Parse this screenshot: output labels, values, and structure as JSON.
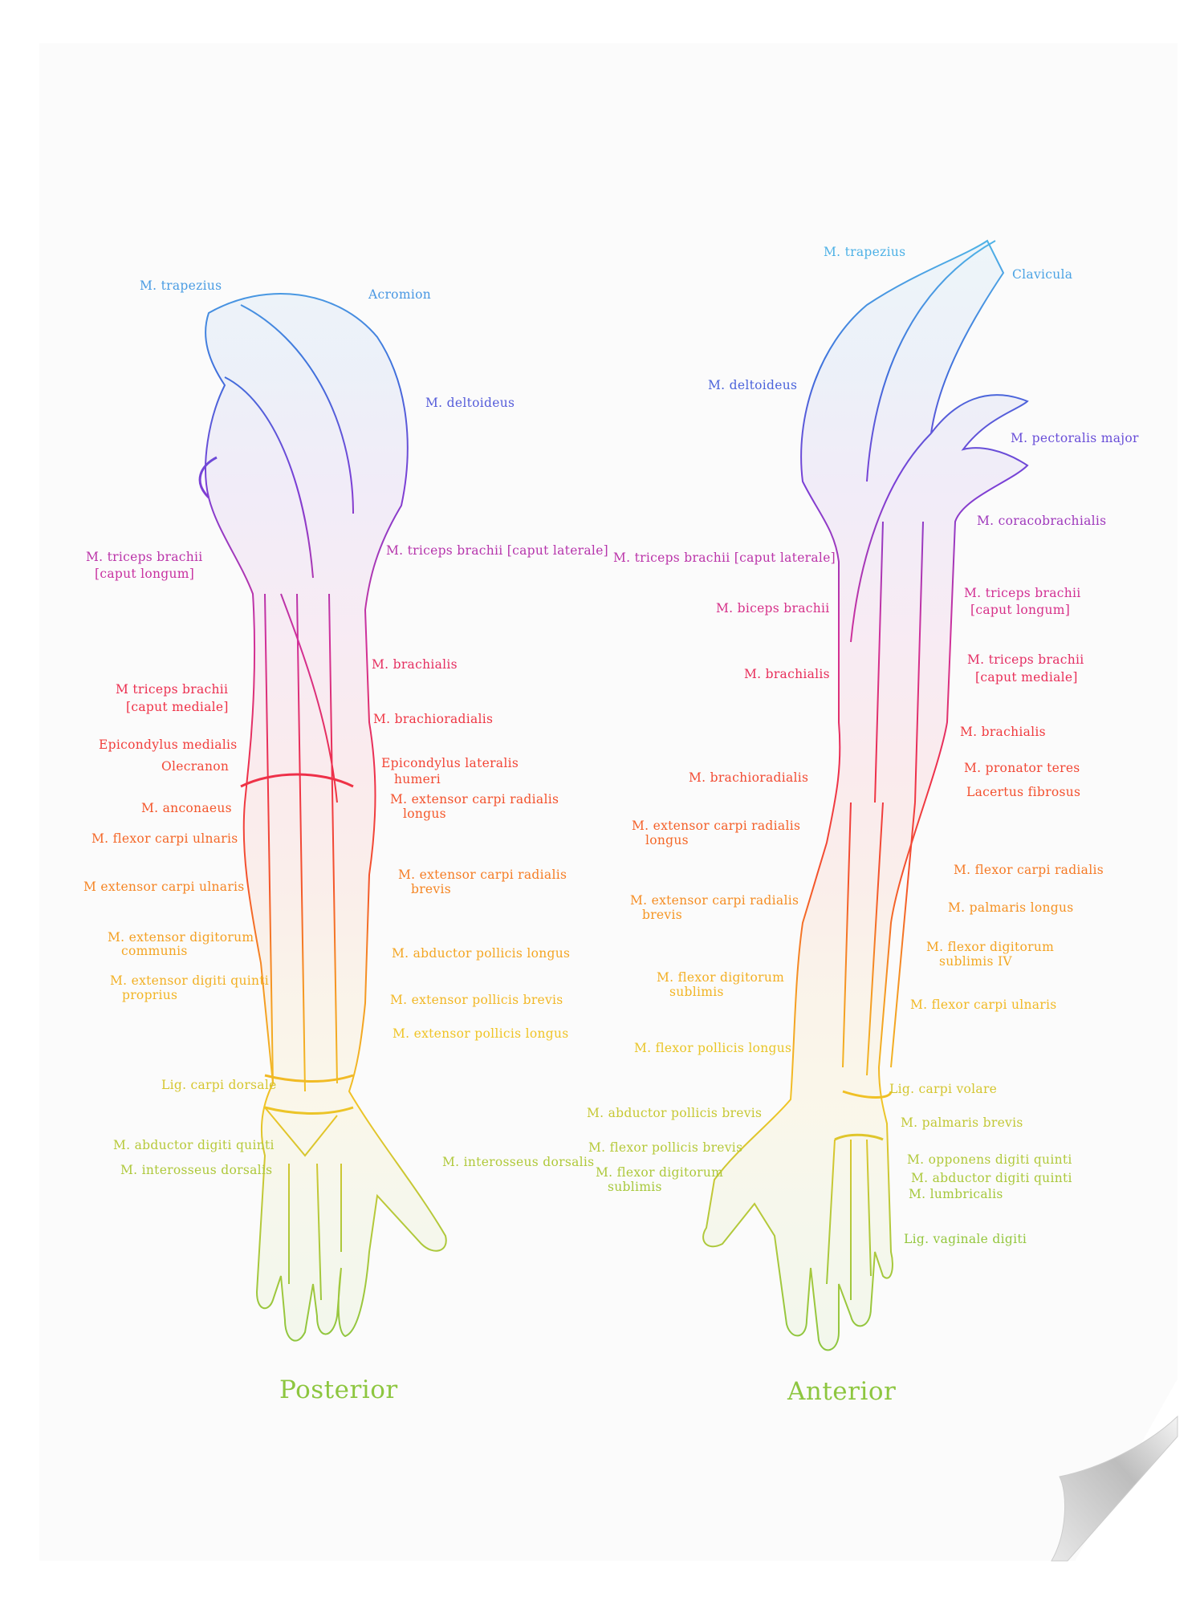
{
  "posterior": {
    "caption": "Posterior",
    "labels": [
      "M. trapezius",
      "Acromion",
      "M. deltoideus",
      "M. triceps brachii",
      "[caput longum]",
      "M. triceps brachii [caput laterale]",
      "M. brachialis",
      "M triceps brachii",
      "[caput mediale]",
      "M. brachioradialis",
      "Epicondylus medialis",
      "Olecranon",
      "Epicondylus lateralis",
      "humeri",
      "M. extensor carpi radialis",
      "longus",
      "M. anconaeus",
      "M. flexor carpi ulnaris",
      "M extensor carpi ulnaris",
      "M. extensor carpi radialis",
      "brevis",
      "M. extensor digitorum",
      "communis",
      "M. abductor pollicis longus",
      "M. extensor digiti quinti",
      "proprius",
      "M. extensor pollicis brevis",
      "M. extensor pollicis longus",
      "Lig. carpi dorsale",
      "M. abductor digiti quinti",
      "M. interosseus dorsalis",
      "M. interosseus dorsalis"
    ]
  },
  "anterior": {
    "caption": "Anterior",
    "labels": [
      "M. trapezius",
      "Clavicula",
      "M. deltoideus",
      "M. pectoralis major",
      "M. coracobrachialis",
      "M. triceps brachii [caput laterale]",
      "M. triceps brachii",
      "[caput longum]",
      "M. biceps brachii",
      "M. triceps brachii",
      "[caput mediale]",
      "M. brachialis",
      "M. brachialis",
      "M. brachioradialis",
      "M. pronator teres",
      "Lacertus fibrosus",
      "M. extensor carpi radialis",
      "longus",
      "M. flexor carpi radialis",
      "M. extensor carpi radialis",
      "brevis",
      "M. palmaris longus",
      "M. flexor digitorum",
      "sublimis IV",
      "M. flexor digitorum",
      "sublimis",
      "M. flexor carpi ulnaris",
      "M. flexor pollicis longus",
      "Lig. carpi volare",
      "M. abductor pollicis brevis",
      "M. palmaris brevis",
      "M. flexor pollicis brevis",
      "M. opponens digiti quinti",
      "M. flexor digitorum",
      "sublimis",
      "M. abductor digiti quinti",
      "M. lumbricalis",
      "Lig. vaginale digiti"
    ]
  },
  "colors": {
    "gradient": [
      "#4fb3e6",
      "#3f6fdc",
      "#7b3fd6",
      "#d0309a",
      "#ee2f4a",
      "#f4562a",
      "#f59a22",
      "#f0c426",
      "#b6c93a",
      "#8dc63f"
    ]
  }
}
